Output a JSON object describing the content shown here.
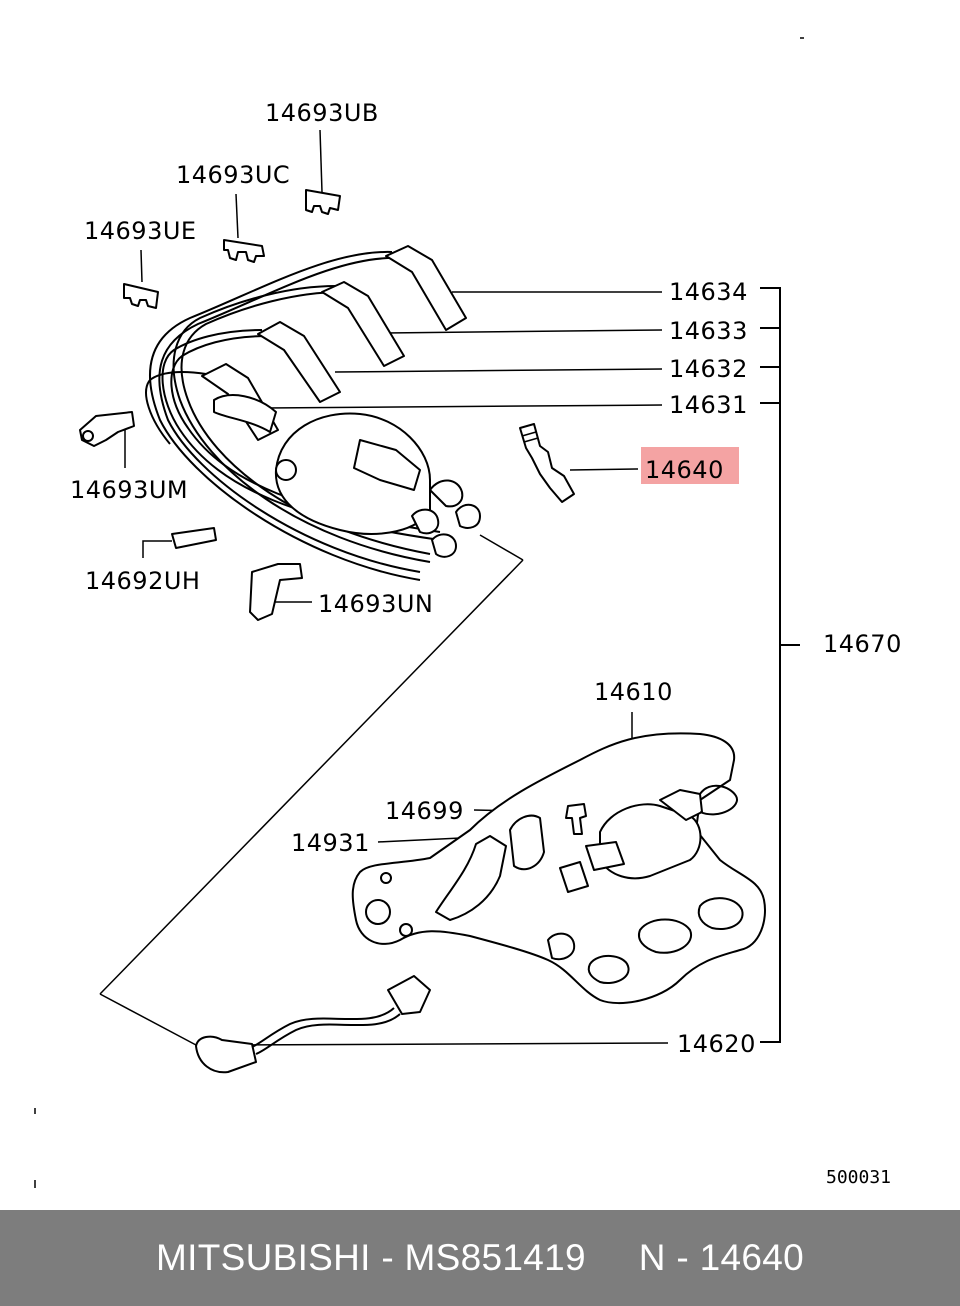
{
  "labels": {
    "p14693UB": "14693UB",
    "p14693UC": "14693UC",
    "p14693UE": "14693UE",
    "p14693UM": "14693UM",
    "p14692UH": "14692UH",
    "p14693UN": "14693UN",
    "p14634": "14634",
    "p14633": "14633",
    "p14632": "14632",
    "p14631": "14631",
    "p14640": "14640",
    "p14670": "14670",
    "p14610": "14610",
    "p14699": "14699",
    "p14931": "14931",
    "p14620": "14620",
    "figure_code": "500031"
  },
  "highlight": {
    "part": "14640",
    "color": "#f4a3a3"
  },
  "footer": {
    "text": "MITSUBISHI - MS851419     N - 14640",
    "background": "#7d7d7d",
    "color": "#ffffff"
  }
}
